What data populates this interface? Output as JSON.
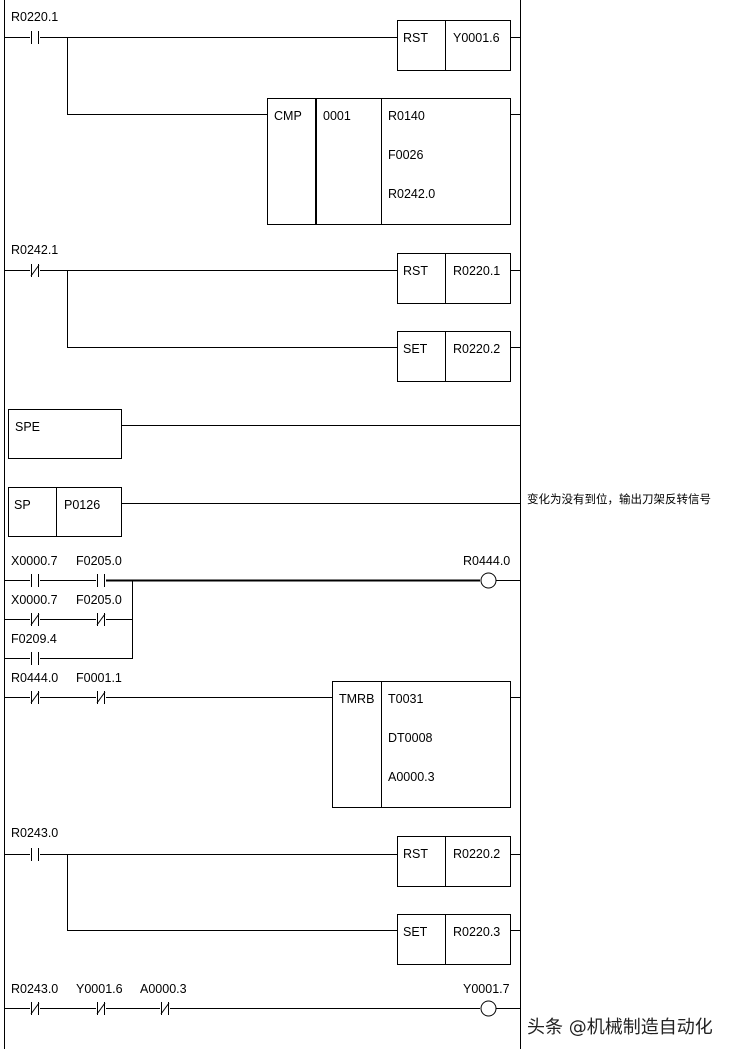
{
  "rungs": [
    {
      "contacts": [
        {
          "addr": "R0220.1",
          "type": "NO"
        }
      ],
      "outputs": [
        {
          "func": "RST",
          "operand": "Y0001.6"
        },
        {
          "func": "CMP",
          "param": "0001",
          "operands": [
            "R0140",
            "F0026",
            "R0242.0"
          ]
        }
      ]
    },
    {
      "contacts": [
        {
          "addr": "R0242.1",
          "type": "NC"
        }
      ],
      "outputs": [
        {
          "func": "RST",
          "operand": "R0220.1"
        },
        {
          "func": "SET",
          "operand": "R0220.2"
        }
      ]
    },
    {
      "block": {
        "func": "SPE"
      }
    },
    {
      "block": {
        "func": "SP",
        "operand": "P0126"
      },
      "comment": "变化为没有到位，输出刀架反转信号"
    },
    {
      "contacts": [
        {
          "addr": "X0000.7",
          "type": "NO"
        },
        {
          "addr": "F0205.0",
          "type": "NO"
        },
        {
          "addr": "X0000.7",
          "type": "NC"
        },
        {
          "addr": "F0205.0",
          "type": "NC"
        },
        {
          "addr": "F0209.4",
          "type": "NO"
        }
      ],
      "coil": "R0444.0"
    },
    {
      "contacts": [
        {
          "addr": "R0444.0",
          "type": "NC"
        },
        {
          "addr": "F0001.1",
          "type": "NC"
        }
      ],
      "outputs": [
        {
          "func": "TMRB",
          "operands": [
            "T0031",
            "DT0008",
            "A0000.3"
          ]
        }
      ]
    },
    {
      "contacts": [
        {
          "addr": "R0243.0",
          "type": "NO"
        }
      ],
      "outputs": [
        {
          "func": "RST",
          "operand": "R0220.2"
        },
        {
          "func": "SET",
          "operand": "R0220.3"
        }
      ]
    },
    {
      "contacts": [
        {
          "addr": "R0243.0",
          "type": "NC"
        },
        {
          "addr": "Y0001.6",
          "type": "NC"
        },
        {
          "addr": "A0000.3",
          "type": "NC"
        }
      ],
      "coil": "Y0001.7"
    }
  ],
  "watermark": "头条 @机械制造自动化"
}
